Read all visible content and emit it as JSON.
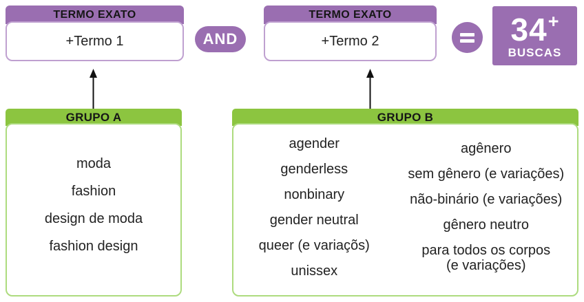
{
  "palette": {
    "purple": "#9a6eb1",
    "purple_border": "#bfa0d0",
    "green": "#8cc540",
    "green_border": "#addb7e",
    "arrow": "#111111",
    "text": "#1a1a1a"
  },
  "query": {
    "term1_header": "TERMO EXATO",
    "term1_value": "+Termo 1",
    "operator": "AND",
    "term2_header": "TERMO EXATO",
    "term2_value": "+Termo 2",
    "equals_sign": "=",
    "result_count": "34",
    "result_plus": "+",
    "result_label": "BUSCAS"
  },
  "groups": [
    {
      "title": "GRUPO A",
      "columns": [
        [
          "moda",
          "fashion",
          "design de moda",
          "fashion design"
        ]
      ]
    },
    {
      "title": "GRUPO B",
      "columns": [
        [
          "agender",
          "genderless",
          "nonbinary",
          "gender neutral",
          "queer (e variaçõs)",
          "unissex"
        ],
        [
          "agênero",
          "sem gênero (e variações)",
          "não-binário (e variações)",
          "gênero neutro",
          "para todos os corpos\n(e variações)"
        ]
      ]
    }
  ]
}
